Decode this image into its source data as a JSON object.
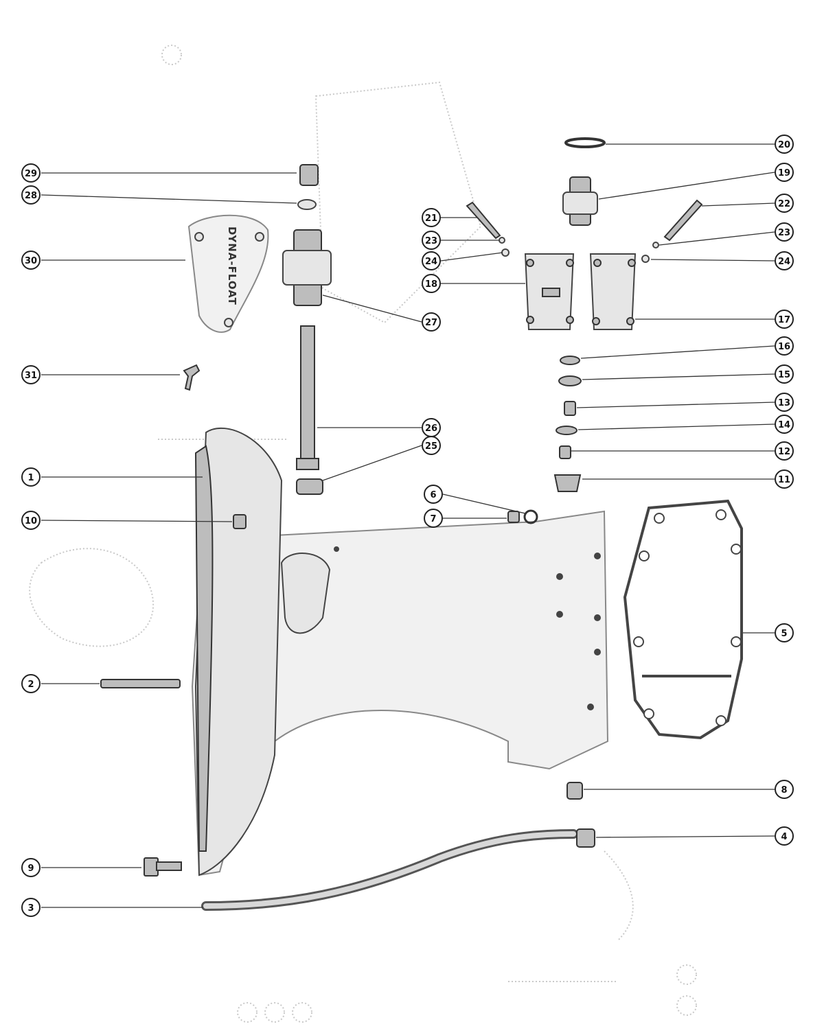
{
  "logo_text": "DYNA-FLOAT",
  "callouts": [
    {
      "num": "29"
    },
    {
      "num": "28"
    },
    {
      "num": "30"
    },
    {
      "num": "31"
    },
    {
      "num": "1"
    },
    {
      "num": "10"
    },
    {
      "num": "2"
    },
    {
      "num": "9"
    },
    {
      "num": "3"
    },
    {
      "num": "21"
    },
    {
      "num": "23"
    },
    {
      "num": "24"
    },
    {
      "num": "18"
    },
    {
      "num": "27"
    },
    {
      "num": "26"
    },
    {
      "num": "25"
    },
    {
      "num": "6"
    },
    {
      "num": "7"
    },
    {
      "num": "20"
    },
    {
      "num": "19"
    },
    {
      "num": "22"
    },
    {
      "num": "23"
    },
    {
      "num": "24"
    },
    {
      "num": "17"
    },
    {
      "num": "16"
    },
    {
      "num": "15"
    },
    {
      "num": "13"
    },
    {
      "num": "14"
    },
    {
      "num": "12"
    },
    {
      "num": "11"
    },
    {
      "num": "5"
    },
    {
      "num": "8"
    },
    {
      "num": "4"
    }
  ]
}
